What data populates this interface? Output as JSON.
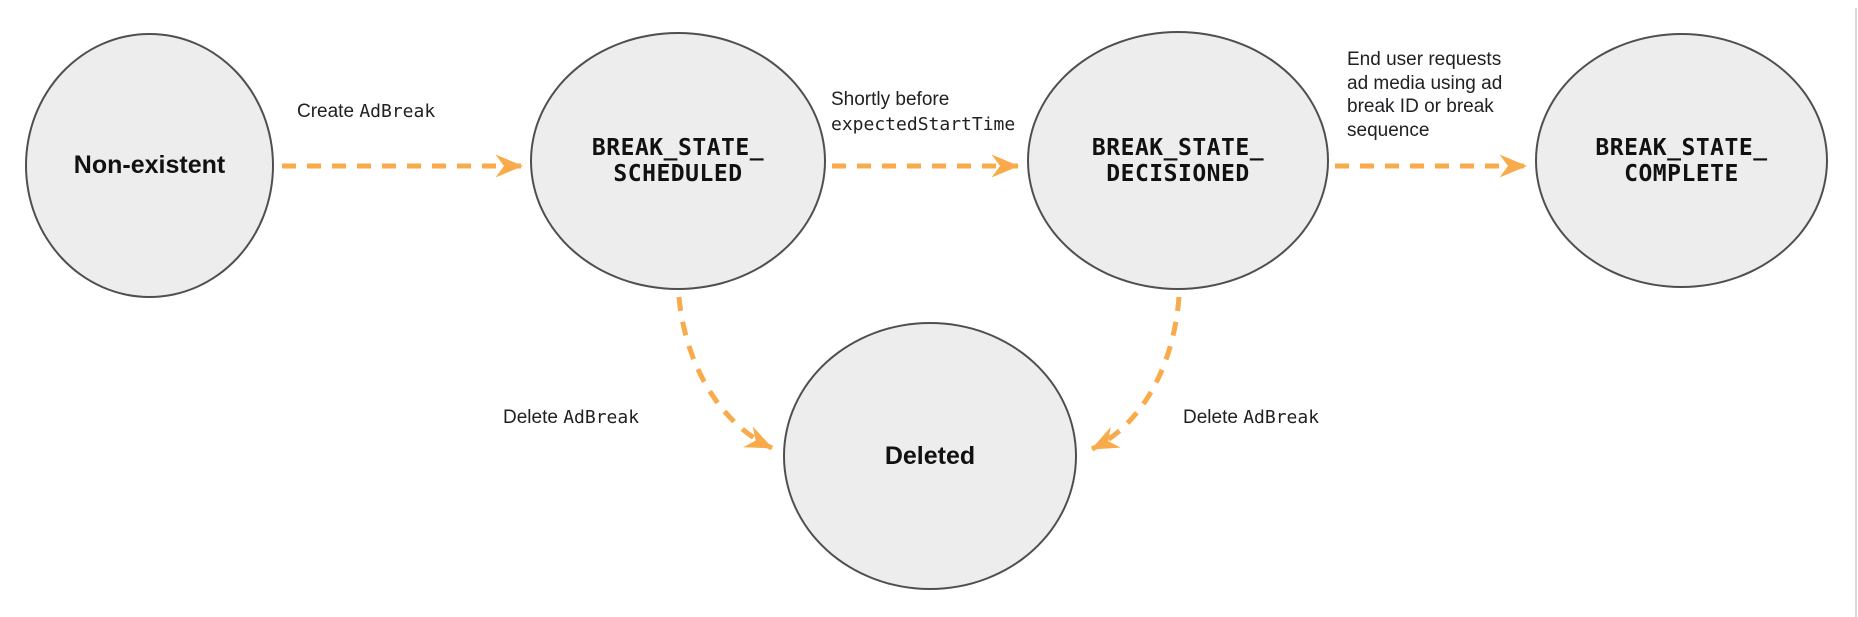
{
  "colors": {
    "arrow": "#F9AB4B",
    "node_fill": "#EDEDED",
    "node_stroke": "#4F4F4F",
    "text": "#1F1F1F"
  },
  "states": {
    "non_existent": {
      "label": "Non-existent"
    },
    "scheduled": {
      "line1": "BREAK_STATE_",
      "line2": "SCHEDULED"
    },
    "decisioned": {
      "line1": "BREAK_STATE_",
      "line2": "DECISIONED"
    },
    "complete": {
      "line1": "BREAK_STATE_",
      "line2": "COMPLETE"
    },
    "deleted": {
      "label": "Deleted"
    }
  },
  "transitions": {
    "create": {
      "text": "Create ",
      "code": "AdBreak"
    },
    "to_decisioned": {
      "text": "Shortly before",
      "code": "expectedStartTime"
    },
    "to_complete": {
      "lines": [
        "End user requests",
        "ad media using ad",
        "break ID or break",
        "sequence"
      ]
    },
    "delete_from_scheduled": {
      "text": "Delete ",
      "code": "AdBreak"
    },
    "delete_from_decisioned": {
      "text": "Delete ",
      "code": "AdBreak"
    }
  }
}
